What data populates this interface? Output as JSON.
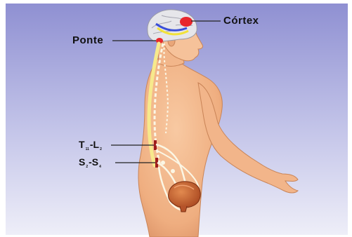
{
  "labels": {
    "cortex": "Córtex",
    "ponte": "Ponte"
  },
  "segments": {
    "thoracolumbar": {
      "a": "T",
      "a_sub": "11",
      "sep": "-",
      "b": "L",
      "b_sub": "2"
    },
    "sacral": {
      "a": "S",
      "a_sub": "2",
      "sep": "-",
      "b": "S",
      "b_sub": "4"
    }
  },
  "colors": {
    "background_top": "#8f90d2",
    "background_bottom": "#eeeef8",
    "skin": "#f3b98d",
    "skin_shadow": "#d98e63",
    "brain": "#e6e6ea",
    "cortex_spot": "#e8262c",
    "nerve": "#fbf6e4",
    "spinal_cord": "#f7e98c",
    "pathway_yellow": "#f2e23a",
    "pathway_blue": "#3b4fd8",
    "bladder": "#c9602e",
    "segment_marker": "#9e1d1d"
  }
}
